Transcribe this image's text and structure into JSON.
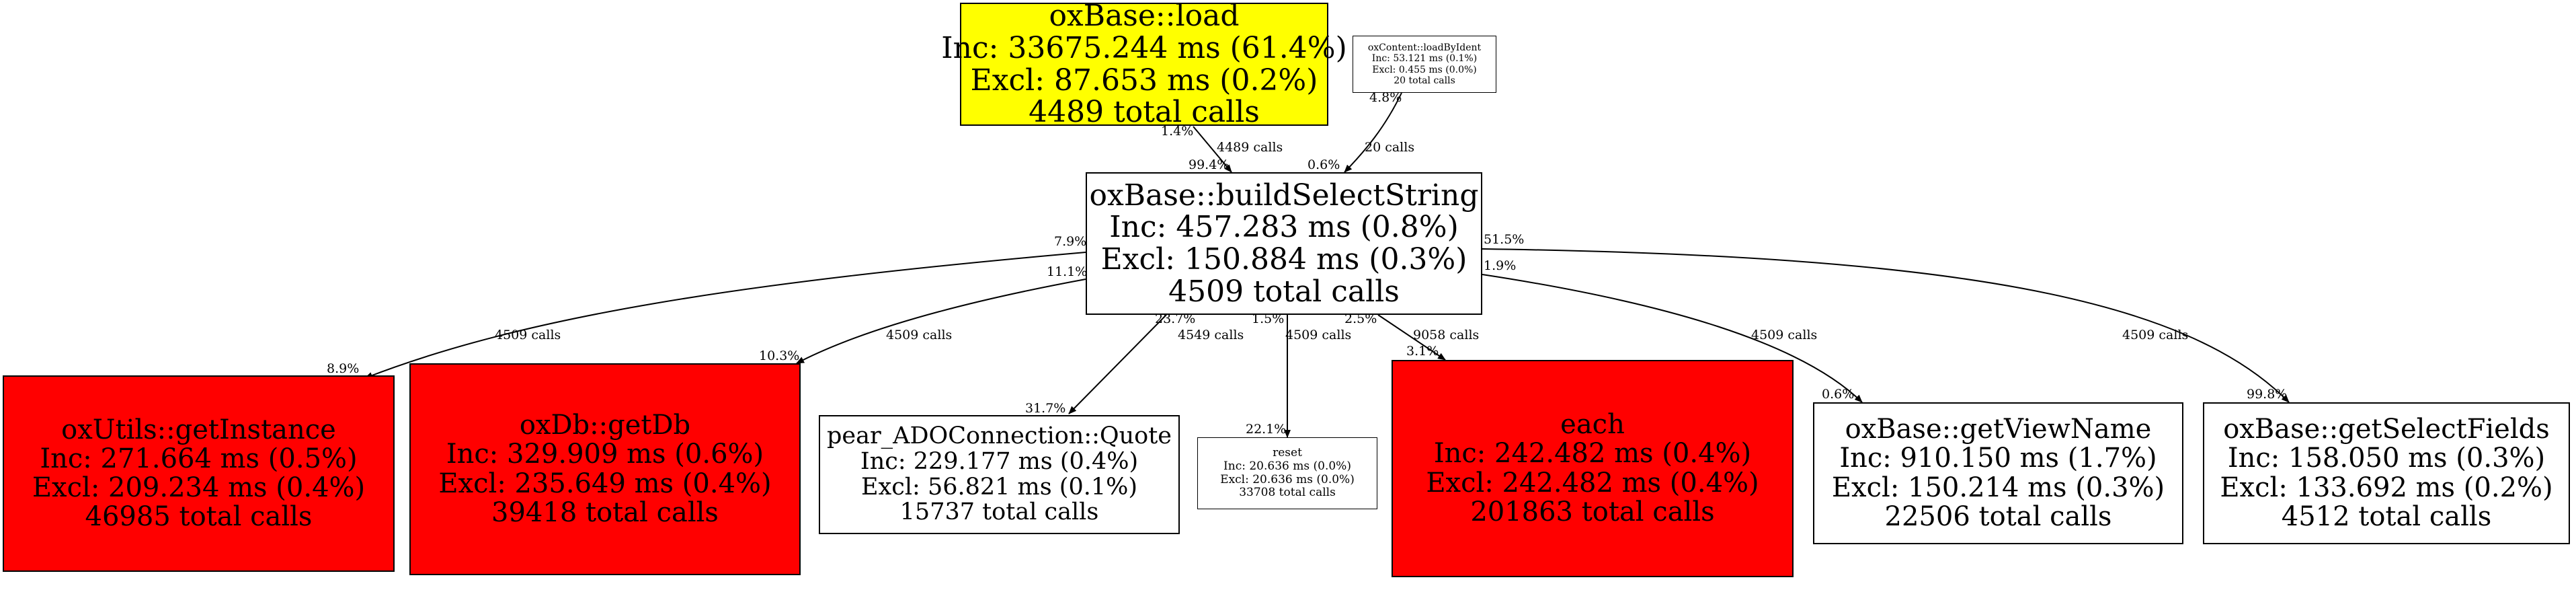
{
  "colors": {
    "hot": "#ff0000",
    "root": "#ffff00",
    "normal": "#ffffff",
    "edge": "#000000"
  },
  "nodes": {
    "load": {
      "name": "oxBase::load",
      "inc": "Inc: 33675.244 ms (61.4%)",
      "excl": "Excl: 87.653 ms (0.2%)",
      "calls": "4489 total calls"
    },
    "loadbyident": {
      "name": "oxContent::loadByIdent",
      "inc": "Inc: 53.121 ms (0.1%)",
      "excl": "Excl: 0.455 ms (0.0%)",
      "calls": "20 total calls"
    },
    "build": {
      "name": "oxBase::buildSelectString",
      "inc": "Inc: 457.283 ms (0.8%)",
      "excl": "Excl: 150.884 ms (0.3%)",
      "calls": "4509 total calls"
    },
    "getinstance": {
      "name": "oxUtils::getInstance",
      "inc": "Inc: 271.664 ms (0.5%)",
      "excl": "Excl: 209.234 ms (0.4%)",
      "calls": "46985 total calls"
    },
    "getdb": {
      "name": "oxDb::getDb",
      "inc": "Inc: 329.909 ms (0.6%)",
      "excl": "Excl: 235.649 ms (0.4%)",
      "calls": "39418 total calls"
    },
    "quote": {
      "name": "pear_ADOConnection::Quote",
      "inc": "Inc: 229.177 ms (0.4%)",
      "excl": "Excl: 56.821 ms (0.1%)",
      "calls": "15737 total calls"
    },
    "reset": {
      "name": "reset",
      "inc": "Inc: 20.636 ms (0.0%)",
      "excl": "Excl: 20.636 ms (0.0%)",
      "calls": "33708 total calls"
    },
    "each": {
      "name": "each",
      "inc": "Inc: 242.482 ms (0.4%)",
      "excl": "Excl: 242.482 ms (0.4%)",
      "calls": "201863 total calls"
    },
    "getviewname": {
      "name": "oxBase::getViewName",
      "inc": "Inc: 910.150 ms (1.7%)",
      "excl": "Excl: 150.214 ms (0.3%)",
      "calls": "22506 total calls"
    },
    "getselectfields": {
      "name": "oxBase::getSelectFields",
      "inc": "Inc: 158.050 ms (0.3%)",
      "excl": "Excl: 133.692 ms (0.2%)",
      "calls": "4512 total calls"
    }
  },
  "edges": {
    "load_build": {
      "calls": "4489 calls",
      "src_pct": "1.4%",
      "dst_pct": "99.4%"
    },
    "loadbyident_build": {
      "calls": "20 calls",
      "src_pct": "4.8%",
      "dst_pct": "0.6%"
    },
    "build_getinstance": {
      "calls": "4509 calls",
      "src_pct": "7.9%",
      "dst_pct": "8.9%"
    },
    "build_getdb": {
      "calls": "4509 calls",
      "src_pct": "11.1%",
      "dst_pct": "10.3%"
    },
    "build_quote": {
      "calls": "4549 calls",
      "src_pct": "23.7%",
      "dst_pct": "31.7%"
    },
    "build_reset": {
      "calls": "4509 calls",
      "src_pct": "1.5%",
      "dst_pct": "22.1%"
    },
    "build_each": {
      "calls": "9058 calls",
      "src_pct": "2.5%",
      "dst_pct": "3.1%"
    },
    "build_getviewname": {
      "calls": "4509 calls",
      "src_pct": "1.9%",
      "dst_pct": "0.6%"
    },
    "build_getselectfields": {
      "calls": "4509 calls",
      "src_pct": "51.5%",
      "dst_pct": "99.8%"
    }
  }
}
